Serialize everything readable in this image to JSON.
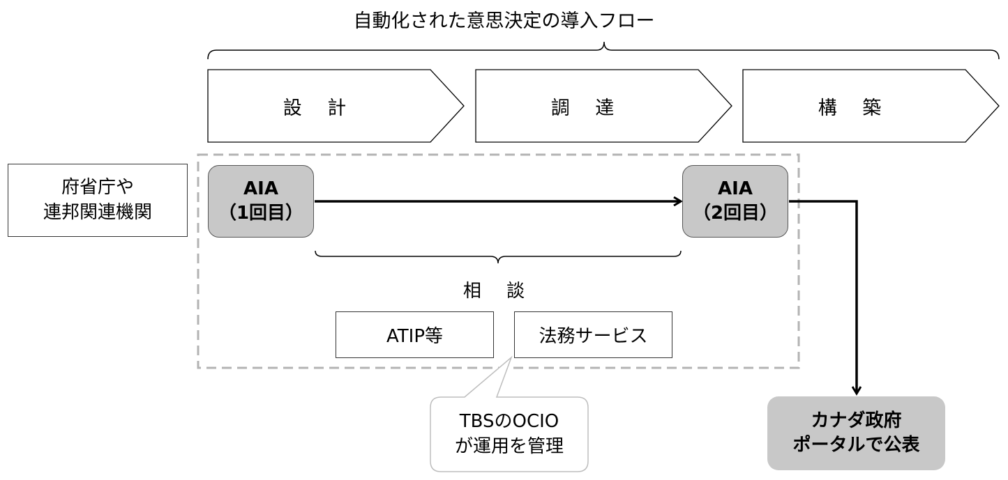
{
  "title": "自動化された意思決定の導入フロー",
  "stages": [
    "設 計",
    "調 達",
    "構 築"
  ],
  "agency": "府省庁や\n連邦関連機関",
  "aia_first": "AIA\n（1回目）",
  "aia_second": "AIA\n（2回目）",
  "consultation": "相 談",
  "atip": "ATIP等",
  "legal_services": "法務サービス",
  "callout": "TBSのOCIO\nが運用を管理",
  "portal": "カナダ政府\nポータルで公表",
  "colors": {
    "aia_fill": "#c8c8c8",
    "portal_fill": "#c8c8c8",
    "dashed_border": "#b3b3b3",
    "callout_border": "#bdbdbd"
  }
}
